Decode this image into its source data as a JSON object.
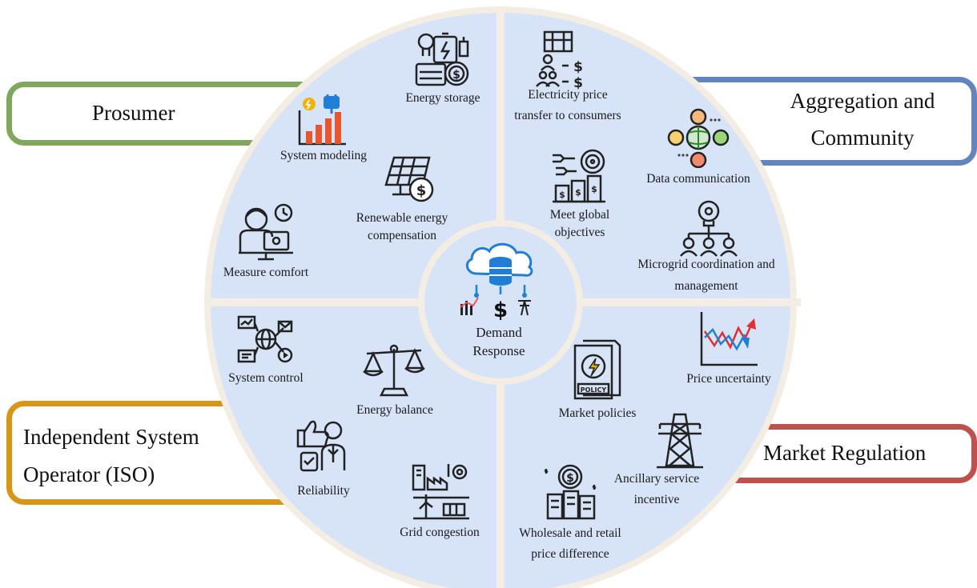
{
  "center": {
    "title_line1": "Demand",
    "title_line2": "Response",
    "icon": "cloud-database-icon"
  },
  "tabs": {
    "prosumer": "Prosumer",
    "aggregation_line1": "Aggregation and",
    "aggregation_line2": "Community",
    "iso_line1": "Independent System",
    "iso_line2": "Operator (ISO)",
    "market": "Market Regulation"
  },
  "quadrants": {
    "prosumer": {
      "color": "#7fa85d",
      "items": [
        {
          "label": "Energy storage",
          "icon": "battery-storage-icon"
        },
        {
          "label": "System modeling",
          "icon": "bar-chart-plug-icon"
        },
        {
          "label1": "Renewable energy",
          "label2": "compensation",
          "icon": "solar-panel-dollar-icon"
        },
        {
          "label": "Measure comfort",
          "icon": "person-clock-icon"
        }
      ]
    },
    "aggregation": {
      "color": "#6284bf",
      "items": [
        {
          "label1": "Electricity price",
          "label2": "transfer to consumers",
          "icon": "building-consumers-price-icon"
        },
        {
          "label": "Data communication",
          "icon": "network-people-icon"
        },
        {
          "label1": "Meet global",
          "label2": "objectives",
          "icon": "target-goals-icon"
        },
        {
          "label1": "Microgrid coordination and",
          "label2": "management",
          "icon": "team-idea-icon"
        }
      ]
    },
    "iso": {
      "color": "#d99515",
      "items": [
        {
          "label": "System control",
          "icon": "globe-network-icon"
        },
        {
          "label": "Energy balance",
          "icon": "scale-balance-icon"
        },
        {
          "label": "Reliability",
          "icon": "thumbs-up-person-icon"
        },
        {
          "label": "Grid congestion",
          "icon": "power-plant-icon"
        }
      ]
    },
    "market": {
      "color": "#c0504d",
      "items": [
        {
          "label": "Price uncertainty",
          "icon": "volatile-chart-icon"
        },
        {
          "label": "Market policies",
          "icon": "policy-document-icon"
        },
        {
          "label1": "Ancillary service",
          "label2": "incentive",
          "icon": "transmission-tower-icon"
        },
        {
          "label1": "Wholesale and retail",
          "label2": "price difference",
          "icon": "coin-buildings-icon"
        }
      ]
    }
  },
  "colors": {
    "circle_fill": "#d7e4f8",
    "divider": "#f3ede4",
    "icon_stroke": "#222222",
    "accent_blue": "#1f7fd6"
  }
}
